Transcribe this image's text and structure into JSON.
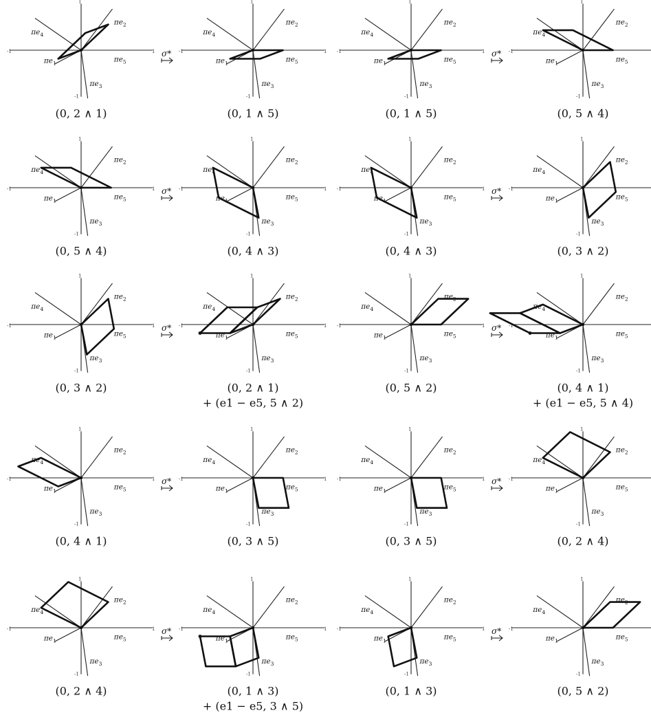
{
  "figure": {
    "tick_labels": {
      "one": "1",
      "neg_one": "-1"
    },
    "vector_labels": [
      {
        "key": "e1",
        "prefix": "πe",
        "sub": "1"
      },
      {
        "key": "e2",
        "prefix": "πe",
        "sub": "2"
      },
      {
        "key": "e3",
        "prefix": "πe",
        "sub": "3"
      },
      {
        "key": "e4",
        "prefix": "πe",
        "sub": "4"
      },
      {
        "key": "e5",
        "prefix": "πe",
        "sub": "5"
      }
    ],
    "arrow_label": "σ*",
    "panels": [
      {
        "caption": "(0, 2 ∧ 1)",
        "pair": [
          2,
          1
        ],
        "translate": null,
        "arrow_before": false
      },
      {
        "caption": "(0, 1 ∧ 5)",
        "pair": [
          1,
          5
        ],
        "translate": null,
        "arrow_before": true
      },
      {
        "caption": "(0, 1 ∧ 5)",
        "pair": [
          1,
          5
        ],
        "translate": null,
        "arrow_before": false
      },
      {
        "caption": "(0, 5 ∧ 4)",
        "pair": [
          5,
          4
        ],
        "translate": null,
        "arrow_before": true
      },
      {
        "caption": "(0, 5 ∧ 4)",
        "pair": [
          5,
          4
        ],
        "translate": null,
        "arrow_before": false
      },
      {
        "caption": "(0, 4 ∧ 3)",
        "pair": [
          4,
          3
        ],
        "translate": null,
        "arrow_before": true
      },
      {
        "caption": "(0, 4 ∧ 3)",
        "pair": [
          4,
          3
        ],
        "translate": null,
        "arrow_before": false
      },
      {
        "caption": "(0, 3 ∧ 2)",
        "pair": [
          3,
          2
        ],
        "translate": null,
        "arrow_before": true
      },
      {
        "caption": "(0, 3 ∧ 2)",
        "pair": [
          3,
          2
        ],
        "translate": null,
        "arrow_before": false
      },
      {
        "caption": "(0, 2 ∧ 1)",
        "caption2": "+ (e1 − e5, 5 ∧ 2)",
        "pair": [
          2,
          1
        ],
        "translate": {
          "origin": "e1-e5",
          "pair": [
            5,
            2
          ]
        },
        "arrow_before": true
      },
      {
        "caption": "(0, 5 ∧ 2)",
        "pair": [
          5,
          2
        ],
        "translate": null,
        "arrow_before": false
      },
      {
        "caption": "(0, 4 ∧ 1)",
        "caption2": "+ (e1 − e5, 5 ∧ 4)",
        "pair": [
          4,
          1
        ],
        "translate": {
          "origin": "e1-e5",
          "pair": [
            5,
            4
          ]
        },
        "arrow_before": true
      },
      {
        "caption": "(0, 4 ∧ 1)",
        "pair": [
          4,
          1
        ],
        "translate": null,
        "arrow_before": false
      },
      {
        "caption": "(0, 3 ∧ 5)",
        "pair": [
          3,
          5
        ],
        "translate": null,
        "arrow_before": true
      },
      {
        "caption": "(0, 3 ∧ 5)",
        "pair": [
          3,
          5
        ],
        "translate": null,
        "arrow_before": false
      },
      {
        "caption": "(0, 2 ∧ 4)",
        "pair": [
          2,
          4
        ],
        "translate": null,
        "arrow_before": true
      },
      {
        "caption": "(0, 2 ∧ 4)",
        "pair": [
          2,
          4
        ],
        "translate": null,
        "arrow_before": false
      },
      {
        "caption": "(0, 1 ∧ 3)",
        "caption2": "+ (e1 − e5, 3 ∧ 5)",
        "pair": [
          1,
          3
        ],
        "translate": {
          "origin": "e1-e5",
          "pair": [
            3,
            5
          ]
        },
        "arrow_before": true
      },
      {
        "caption": "(0, 1 ∧ 3)",
        "pair": [
          1,
          3
        ],
        "translate": null,
        "arrow_before": false
      },
      {
        "caption": "(0, 5 ∧ 2)",
        "pair": [
          5,
          2
        ],
        "translate": null,
        "arrow_before": true
      }
    ]
  }
}
